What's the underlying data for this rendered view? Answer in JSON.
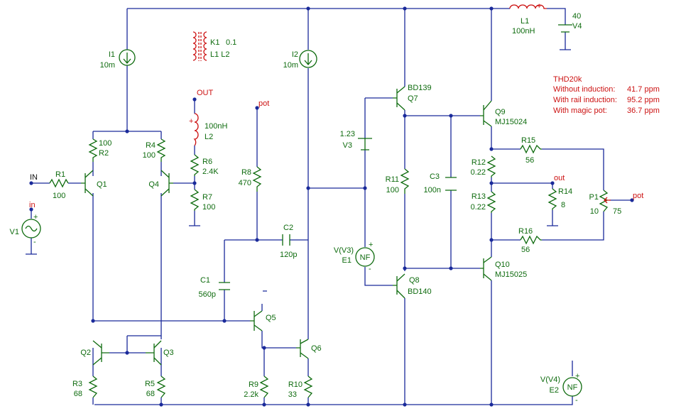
{
  "components": {
    "R1": {
      "ref": "R1",
      "value": "100"
    },
    "R2": {
      "ref": "R2",
      "value": "100"
    },
    "R3": {
      "ref": "R3",
      "value": "68"
    },
    "R4": {
      "ref": "R4",
      "value": "100"
    },
    "R5": {
      "ref": "R5",
      "value": "68"
    },
    "R6": {
      "ref": "R6",
      "value": "2.4K"
    },
    "R7": {
      "ref": "R7",
      "value": "100"
    },
    "R8": {
      "ref": "R8",
      "value": "470"
    },
    "R9": {
      "ref": "R9",
      "value": "2.2k"
    },
    "R10": {
      "ref": "R10",
      "value": "33"
    },
    "R11": {
      "ref": "R11",
      "value": "100"
    },
    "R12": {
      "ref": "R12",
      "value": "0.22"
    },
    "R13": {
      "ref": "R13",
      "value": "0.22"
    },
    "R14": {
      "ref": "R14",
      "value": "8"
    },
    "R15": {
      "ref": "R15",
      "value": "56"
    },
    "R16": {
      "ref": "R16",
      "value": "56"
    },
    "C1": {
      "ref": "C1",
      "value": "560p"
    },
    "C2": {
      "ref": "C2",
      "value": "120p"
    },
    "C3": {
      "ref": "C3",
      "value": "100n"
    },
    "I1": {
      "ref": "I1",
      "value": "10m"
    },
    "I2": {
      "ref": "I2",
      "value": "10m"
    },
    "V1": {
      "ref": "V1"
    },
    "V3": {
      "ref": "V3",
      "value": "1.23"
    },
    "V4": {
      "ref": "V4",
      "value": "40"
    },
    "E1": {
      "ref": "E1",
      "value": "V(V3)",
      "symbol": "NF"
    },
    "E2": {
      "ref": "E2",
      "value": "V(V4)",
      "symbol": "NF"
    },
    "L1": {
      "ref": "L1",
      "value": "100nH"
    },
    "L2": {
      "ref": "L2",
      "value": "100nH"
    },
    "K1": {
      "ref": "K1",
      "value": "0.1",
      "coupled": "L1 L2"
    },
    "P1": {
      "ref": "P1",
      "value": "10",
      "wiper": "75"
    },
    "Q1": {
      "ref": "Q1"
    },
    "Q2": {
      "ref": "Q2"
    },
    "Q3": {
      "ref": "Q3"
    },
    "Q4": {
      "ref": "Q4"
    },
    "Q5": {
      "ref": "Q5"
    },
    "Q6": {
      "ref": "Q6"
    },
    "Q7": {
      "ref": "Q7",
      "model": "BD139"
    },
    "Q8": {
      "ref": "Q8",
      "model": "BD140"
    },
    "Q9": {
      "ref": "Q9",
      "model": "MJ15024"
    },
    "Q10": {
      "ref": "Q10",
      "model": "MJ15025"
    }
  },
  "nets": {
    "in_black": "IN",
    "in_red": "in",
    "out_upper": "OUT",
    "out_lower": "out",
    "pot1": "pot",
    "pot2": "pot"
  },
  "polarity": {
    "plus": "+",
    "minus": "-"
  },
  "annotation": {
    "title": "THD20k",
    "rows": [
      {
        "label": "Without induction:",
        "value": "41.7 ppm"
      },
      {
        "label": "With rail induction:",
        "value": "95.2 ppm"
      },
      {
        "label": "With magic pot:",
        "value": "36.7 ppm"
      }
    ]
  },
  "colors": {
    "wire": "#1a2a9a",
    "component": "#0e6b0e",
    "highlight": "#cc1111",
    "label": "#111111"
  }
}
